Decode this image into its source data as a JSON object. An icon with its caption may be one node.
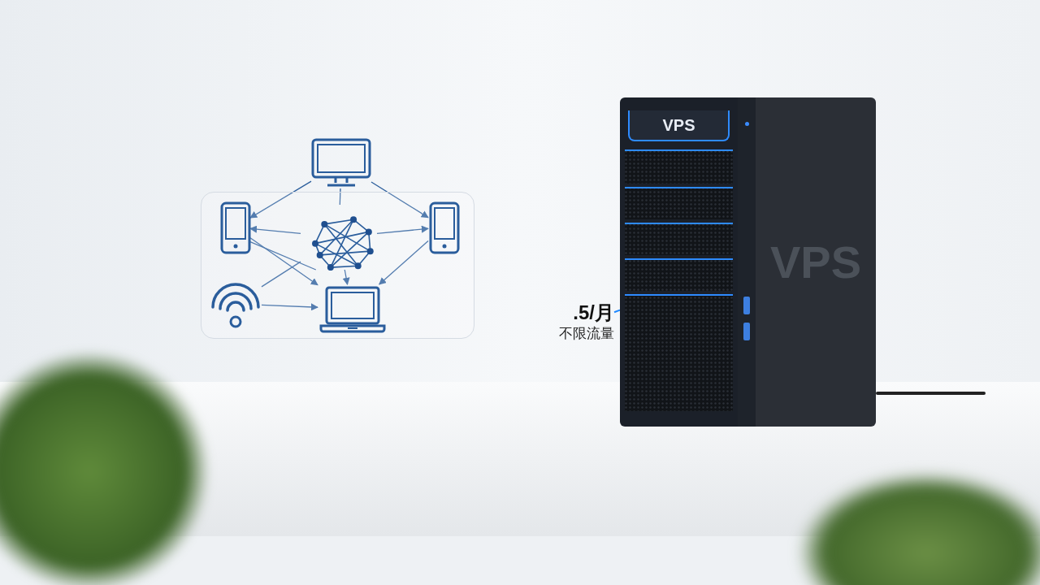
{
  "diagram": {
    "nodes": [
      {
        "text": [],
        "shape": "picture"
      },
      {
        "text": [],
        "shape": "box"
      },
      {
        "text": [],
        "shape": "picture",
        "in": 1
      },
      {
        "text": [],
        "shape": "picture",
        "in": 1
      },
      {
        "text": [],
        "shape": "picture",
        "in": 1
      },
      {
        "text": [],
        "shape": "picture",
        "in": 1
      },
      {
        "text": [],
        "shape": "picture",
        "in": 1
      },
      {
        "text": [
          "VPS",
          "VPS"
        ]
      },
      {
        "text": [
          ".5/月",
          "不限流量"
        ]
      }
    ],
    "edges": [
      {
        "from": 0,
        "to": 2,
        "arrow": "to"
      },
      {
        "from": 0,
        "to": 4,
        "arrow": "to"
      },
      {
        "from": 0,
        "to": 3,
        "arrow": "none"
      },
      {
        "from": 3,
        "to": 2,
        "arrow": "to"
      },
      {
        "from": 3,
        "to": 4,
        "arrow": "to"
      },
      {
        "from": 3,
        "to": 6,
        "arrow": "to"
      },
      {
        "from": 2,
        "to": 6,
        "arrow": "to"
      },
      {
        "from": 2,
        "to": 3,
        "arrow": "none"
      },
      {
        "from": 5,
        "to": 3,
        "arrow": "none"
      },
      {
        "from": 5,
        "to": 6,
        "arrow": "to"
      },
      {
        "from": 4,
        "to": 6,
        "arrow": "to"
      },
      {
        "from": 8,
        "to": 7,
        "arrow": "none",
        "color": "#1e88ff"
      }
    ]
  }
}
